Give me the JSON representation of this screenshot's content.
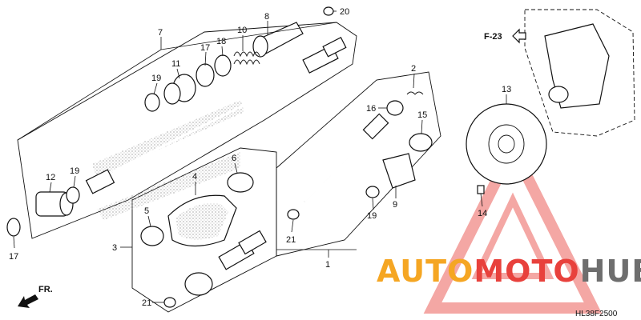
{
  "diagram": {
    "callouts": [
      {
        "id": "c1",
        "text": "1"
      },
      {
        "id": "c2",
        "text": "2"
      },
      {
        "id": "c3",
        "text": "3"
      },
      {
        "id": "c4",
        "text": "4"
      },
      {
        "id": "c5",
        "text": "5"
      },
      {
        "id": "c6",
        "text": "6"
      },
      {
        "id": "c7",
        "text": "7"
      },
      {
        "id": "c8",
        "text": "8"
      },
      {
        "id": "c9",
        "text": "9"
      },
      {
        "id": "c10",
        "text": "10"
      },
      {
        "id": "c11",
        "text": "11"
      },
      {
        "id": "c12",
        "text": "12"
      },
      {
        "id": "c13",
        "text": "13"
      },
      {
        "id": "c14",
        "text": "14"
      },
      {
        "id": "c15",
        "text": "15"
      },
      {
        "id": "c16",
        "text": "16"
      },
      {
        "id": "c17",
        "text": "17"
      },
      {
        "id": "c18",
        "text": "18"
      },
      {
        "id": "c19a",
        "text": "19"
      },
      {
        "id": "c19b",
        "text": "19"
      },
      {
        "id": "c19c",
        "text": "19"
      },
      {
        "id": "c20",
        "text": "20"
      },
      {
        "id": "c21a",
        "text": "21"
      },
      {
        "id": "c21b",
        "text": "21"
      }
    ],
    "reference": "F-23",
    "front_label": "FR.",
    "diagram_code": "HL38F2500"
  },
  "watermark": {
    "text_part1": "AUTO",
    "text_part2": "MOTO",
    "text_part3": "HUB",
    "color_orange": "#F5A623",
    "color_red": "#E8413C",
    "color_gray": "#6E6E6E"
  }
}
